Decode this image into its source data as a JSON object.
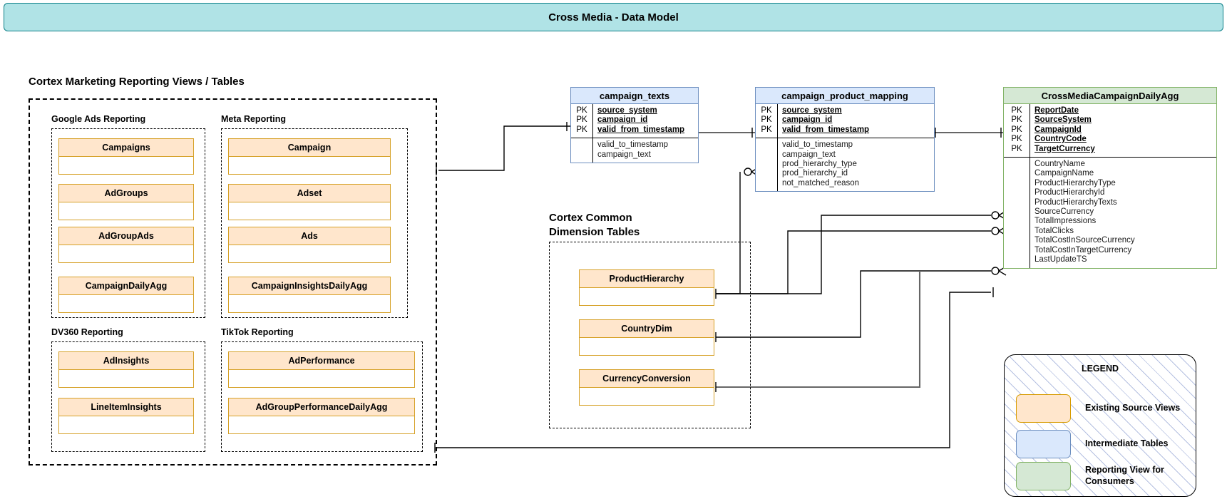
{
  "title": "Cross Media - Data Model",
  "sections": {
    "cortex_reporting_heading": "Cortex Marketing Reporting Views / Tables",
    "common_dim_heading": "Cortex Common\nDimension Tables",
    "groups": [
      {
        "label": "Google Ads Reporting",
        "tables": [
          "Campaigns",
          "AdGroups",
          "AdGroupAds",
          "CampaignDailyAgg"
        ]
      },
      {
        "label": "Meta Reporting",
        "tables": [
          "Campaign",
          "Adset",
          "Ads",
          "CampaignInsightsDailyAgg"
        ]
      },
      {
        "label": "DV360 Reporting",
        "tables": [
          "AdInsights",
          "LineItemInsights"
        ]
      },
      {
        "label": "TikTok Reporting",
        "tables": [
          "AdPerformance",
          "AdGroupPerformanceDailyAgg"
        ]
      }
    ],
    "dimension_tables": [
      "ProductHierarchy",
      "CountryDim",
      "CurrencyConversion"
    ]
  },
  "er_tables": {
    "campaign_texts": {
      "name": "campaign_texts",
      "keys": [
        "PK",
        "PK",
        "PK"
      ],
      "key_fields": [
        "source_system",
        "campaign_id",
        "valid_from_timestamp"
      ],
      "attributes": [
        "valid_to_timestamp",
        "campaign_text"
      ]
    },
    "campaign_product_mapping": {
      "name": "campaign_product_mapping",
      "keys": [
        "PK",
        "PK",
        "PK"
      ],
      "key_fields": [
        "source_system",
        "campaign_id",
        "valid_from_timestamp"
      ],
      "attributes": [
        "valid_to_timestamp",
        "campaign_text",
        "prod_hierarchy_type",
        "prod_hierarchy_id",
        "not_matched_reason"
      ]
    },
    "cross_media_campaign_daily_agg": {
      "name": "CrossMediaCampaignDailyAgg",
      "keys": [
        "PK",
        "PK",
        "PK",
        "PK",
        "PK"
      ],
      "key_fields": [
        "ReportDate",
        "SourceSystem",
        "CampaignId",
        "CountryCode",
        "TargetCurrency"
      ],
      "attributes": [
        "CountryName",
        "CampaignName",
        "ProductHierarchyType",
        "ProductHierarchyId",
        "ProductHierarchyTexts",
        "SourceCurrency",
        "TotalImpressions",
        "TotalClicks",
        "TotalCostInSourceCurrency",
        "TotalCostInTargetCurrency",
        "LastUpdateTS"
      ]
    }
  },
  "legend": {
    "title": "LEGEND",
    "items": [
      {
        "label": "Existing Source Views",
        "color": "#ffe6cc"
      },
      {
        "label": "Intermediate Tables",
        "color": "#dae8fc"
      },
      {
        "label": "Reporting View for\nConsumers",
        "color": "#d5e8d4"
      }
    ]
  },
  "colors": {
    "banner": "#b0e3e6",
    "banner_border": "#0e8088",
    "source_view": "#ffe6cc",
    "source_view_border": "#d79b00",
    "intermediate": "#dae8fc",
    "intermediate_border": "#6c8ebf",
    "reporting": "#d5e8d4",
    "reporting_border": "#82b366"
  }
}
